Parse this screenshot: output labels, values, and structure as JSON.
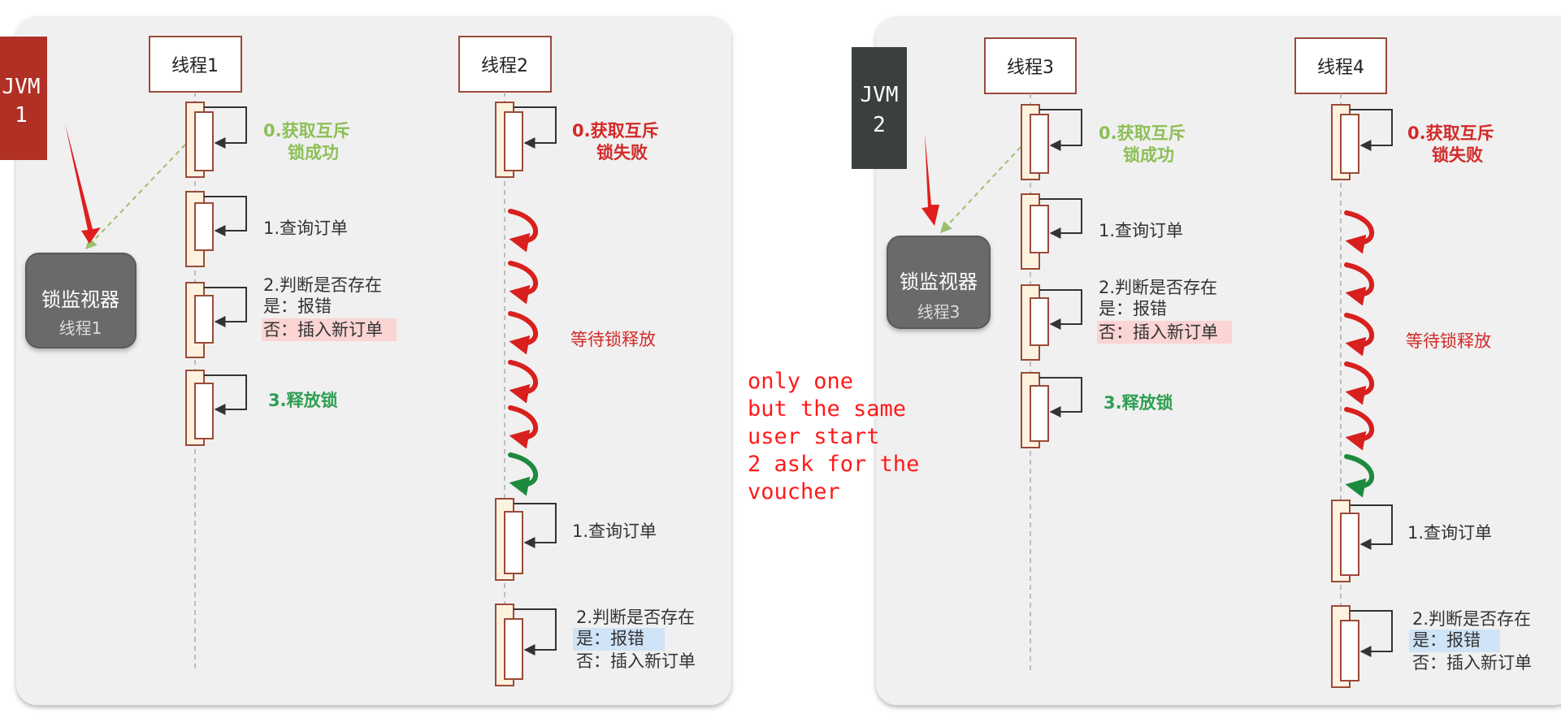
{
  "colors": {
    "panel_bg": "#f0f0f0",
    "jvm1": "#b03026",
    "jvm2": "#3b3f3e",
    "activation_fill": "#fdf2df",
    "activation_stroke": "#9b4a38",
    "success_text": "#8dbf55",
    "fail_text": "#d22a28",
    "release_text": "#2e9e52",
    "highlight_red": "#fbd4d4",
    "highlight_blue": "#cfe4f6",
    "arrow_red": "#e01e1e",
    "loop_red": "#d8201e",
    "loop_green": "#1e8a3e",
    "note_text": "#ff1a1a"
  },
  "panels": [
    {
      "jvm": {
        "label_line1": "JVM",
        "label_line2": "1",
        "color": "#b03026"
      },
      "monitor": {
        "title": "锁监视器",
        "owner": "线程1"
      },
      "threads": [
        {
          "name": "线程1",
          "steps": [
            {
              "line1": "0.获取互斥",
              "line2": "锁成功"
            },
            {
              "line1": "1.查询订单"
            },
            {
              "line1": "2.判断是否存在",
              "line2": "是：报错",
              "line3": "否：插入新订单"
            },
            {
              "line1": "3.释放锁"
            }
          ]
        },
        {
          "name": "线程2",
          "steps": [
            {
              "line1": "0.获取互斥",
              "line2": "锁失败"
            },
            {
              "line1": "等待锁释放"
            },
            {
              "line1": "1.查询订单"
            },
            {
              "line1": "2.判断是否存在",
              "line2": "是：报错",
              "line3": "否：插入新订单"
            }
          ]
        }
      ]
    },
    {
      "jvm": {
        "label_line1": "JVM",
        "label_line2": "2",
        "color": "#3b3f3e"
      },
      "monitor": {
        "title": "锁监视器",
        "owner": "线程3"
      },
      "threads": [
        {
          "name": "线程3",
          "steps": [
            {
              "line1": "0.获取互斥",
              "line2": "锁成功"
            },
            {
              "line1": "1.查询订单"
            },
            {
              "line1": "2.判断是否存在",
              "line2": "是：报错",
              "line3": "否：插入新订单"
            },
            {
              "line1": "3.释放锁"
            }
          ]
        },
        {
          "name": "线程4",
          "steps": [
            {
              "line1": "0.获取互斥",
              "line2": "锁失败"
            },
            {
              "line1": "等待锁释放"
            },
            {
              "line1": "1.查询订单"
            },
            {
              "line1": "2.判断是否存在",
              "line2": "是：报错",
              "line3": "否：插入新订单"
            }
          ]
        }
      ]
    }
  ],
  "note": {
    "lines": [
      "only one",
      "but the same",
      "user start",
      "2 ask for the",
      "voucher"
    ]
  }
}
